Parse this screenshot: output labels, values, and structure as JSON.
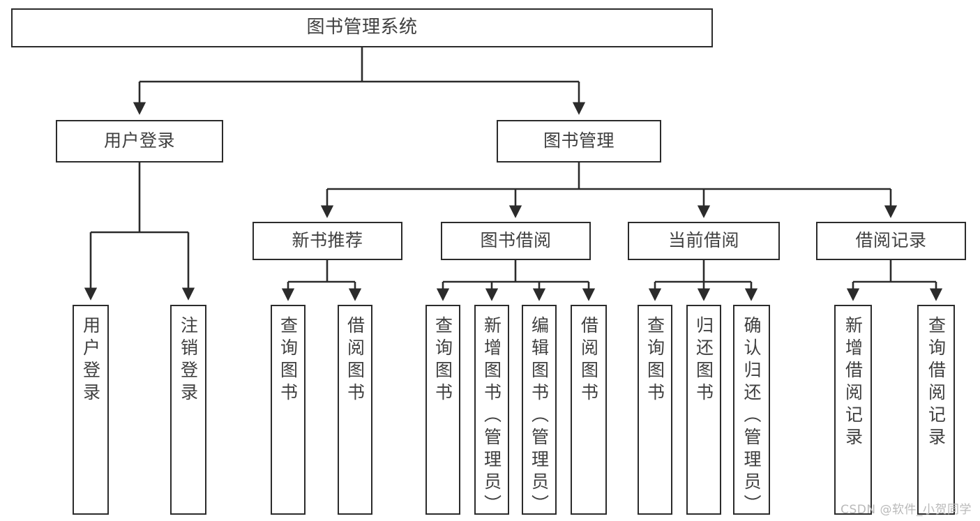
{
  "diagram": {
    "type": "tree-hierarchy",
    "title": "图书管理系统",
    "root": {
      "label": "图书管理系统"
    },
    "level2": [
      {
        "label": "用户登录"
      },
      {
        "label": "图书管理"
      }
    ],
    "level3": [
      {
        "label": "新书推荐"
      },
      {
        "label": "图书借阅"
      },
      {
        "label": "当前借阅"
      },
      {
        "label": "借阅记录"
      }
    ],
    "leaves": [
      {
        "label": "用户登录",
        "parent": "用户登录"
      },
      {
        "label": "注销登录",
        "parent": "用户登录"
      },
      {
        "label": "查询图书",
        "parent": "新书推荐"
      },
      {
        "label": "借阅图书",
        "parent": "新书推荐"
      },
      {
        "label": "查询图书",
        "parent": "图书借阅"
      },
      {
        "label": "新增图书（管理员）",
        "parent": "图书借阅"
      },
      {
        "label": "编辑图书（管理员）",
        "parent": "图书借阅"
      },
      {
        "label": "借阅图书",
        "parent": "图书借阅"
      },
      {
        "label": "查询图书",
        "parent": "当前借阅"
      },
      {
        "label": "归还图书",
        "parent": "当前借阅"
      },
      {
        "label": "确认归还（管理员）",
        "parent": "当前借阅"
      },
      {
        "label": "新增借阅记录",
        "parent": "借阅记录"
      },
      {
        "label": "查询借阅记录",
        "parent": "借阅记录"
      }
    ],
    "colors": {
      "border": "#2b2b2b",
      "text": "#3f3f3f",
      "background": "#ffffff",
      "watermark": "#b9b9b9"
    }
  },
  "watermark": {
    "text": "CSDN @软件_小贺同学"
  }
}
